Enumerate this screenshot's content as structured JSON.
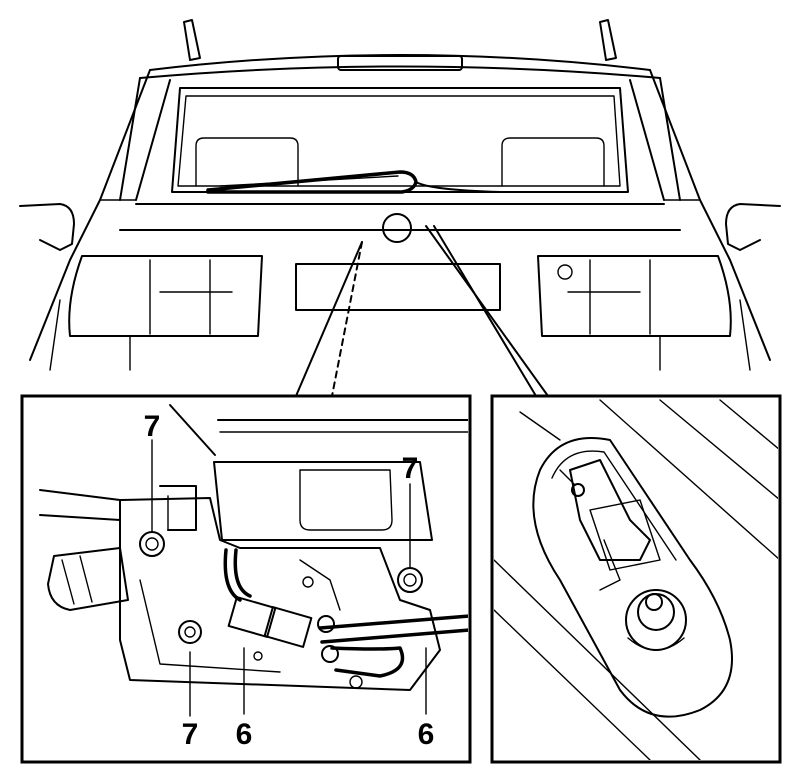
{
  "callouts": {
    "nut_top_left": "7",
    "nut_top_right": "7",
    "nut_bottom_left": "7",
    "connector_bottom_mid": "6",
    "connector_bottom_right": "6"
  }
}
